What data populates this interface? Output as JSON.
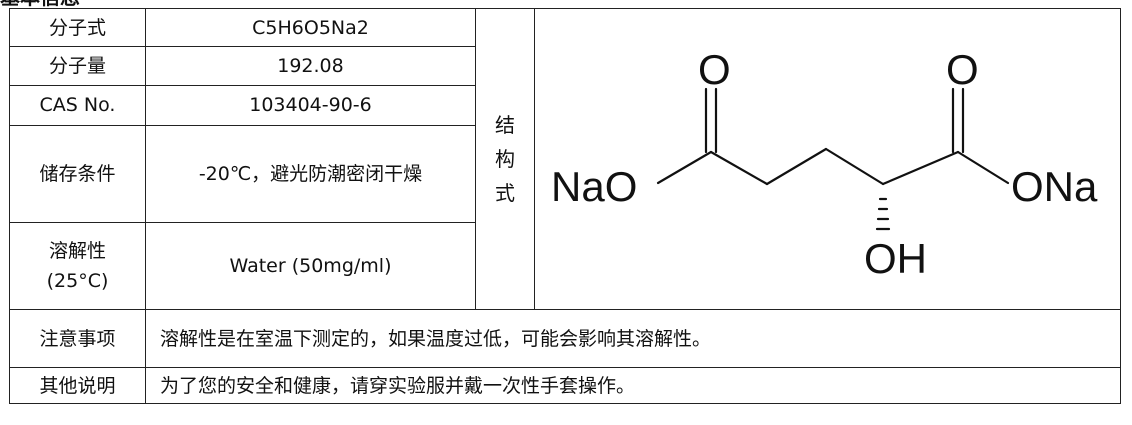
{
  "heading": "基本信息",
  "rows": {
    "formula": {
      "label": "分子式",
      "value": "C5H6O5Na2"
    },
    "weight": {
      "label": "分子量",
      "value": "192.08"
    },
    "cas": {
      "label": "CAS No.",
      "value": "103404-90-6"
    },
    "storage": {
      "label": "储存条件",
      "value": "-20℃，避光防潮密闭干燥"
    },
    "solubility": {
      "label_line1": "溶解性",
      "label_line2": "(25°C)",
      "value": "Water (50mg/ml)"
    },
    "notes": {
      "label": "注意事项",
      "value": "溶解性是在室温下测定的，如果温度过低，可能会影响其溶解性。"
    },
    "other": {
      "label": "其他说明",
      "value": "为了您的安全和健康，请穿实验服并戴一次性手套操作。"
    }
  },
  "structure": {
    "label_chars": [
      "结",
      "构",
      "式"
    ],
    "atoms": {
      "na_left": "NaO",
      "na_right": "ONa",
      "o_top_left": "O",
      "o_top_right": "O",
      "oh": "OH"
    }
  }
}
